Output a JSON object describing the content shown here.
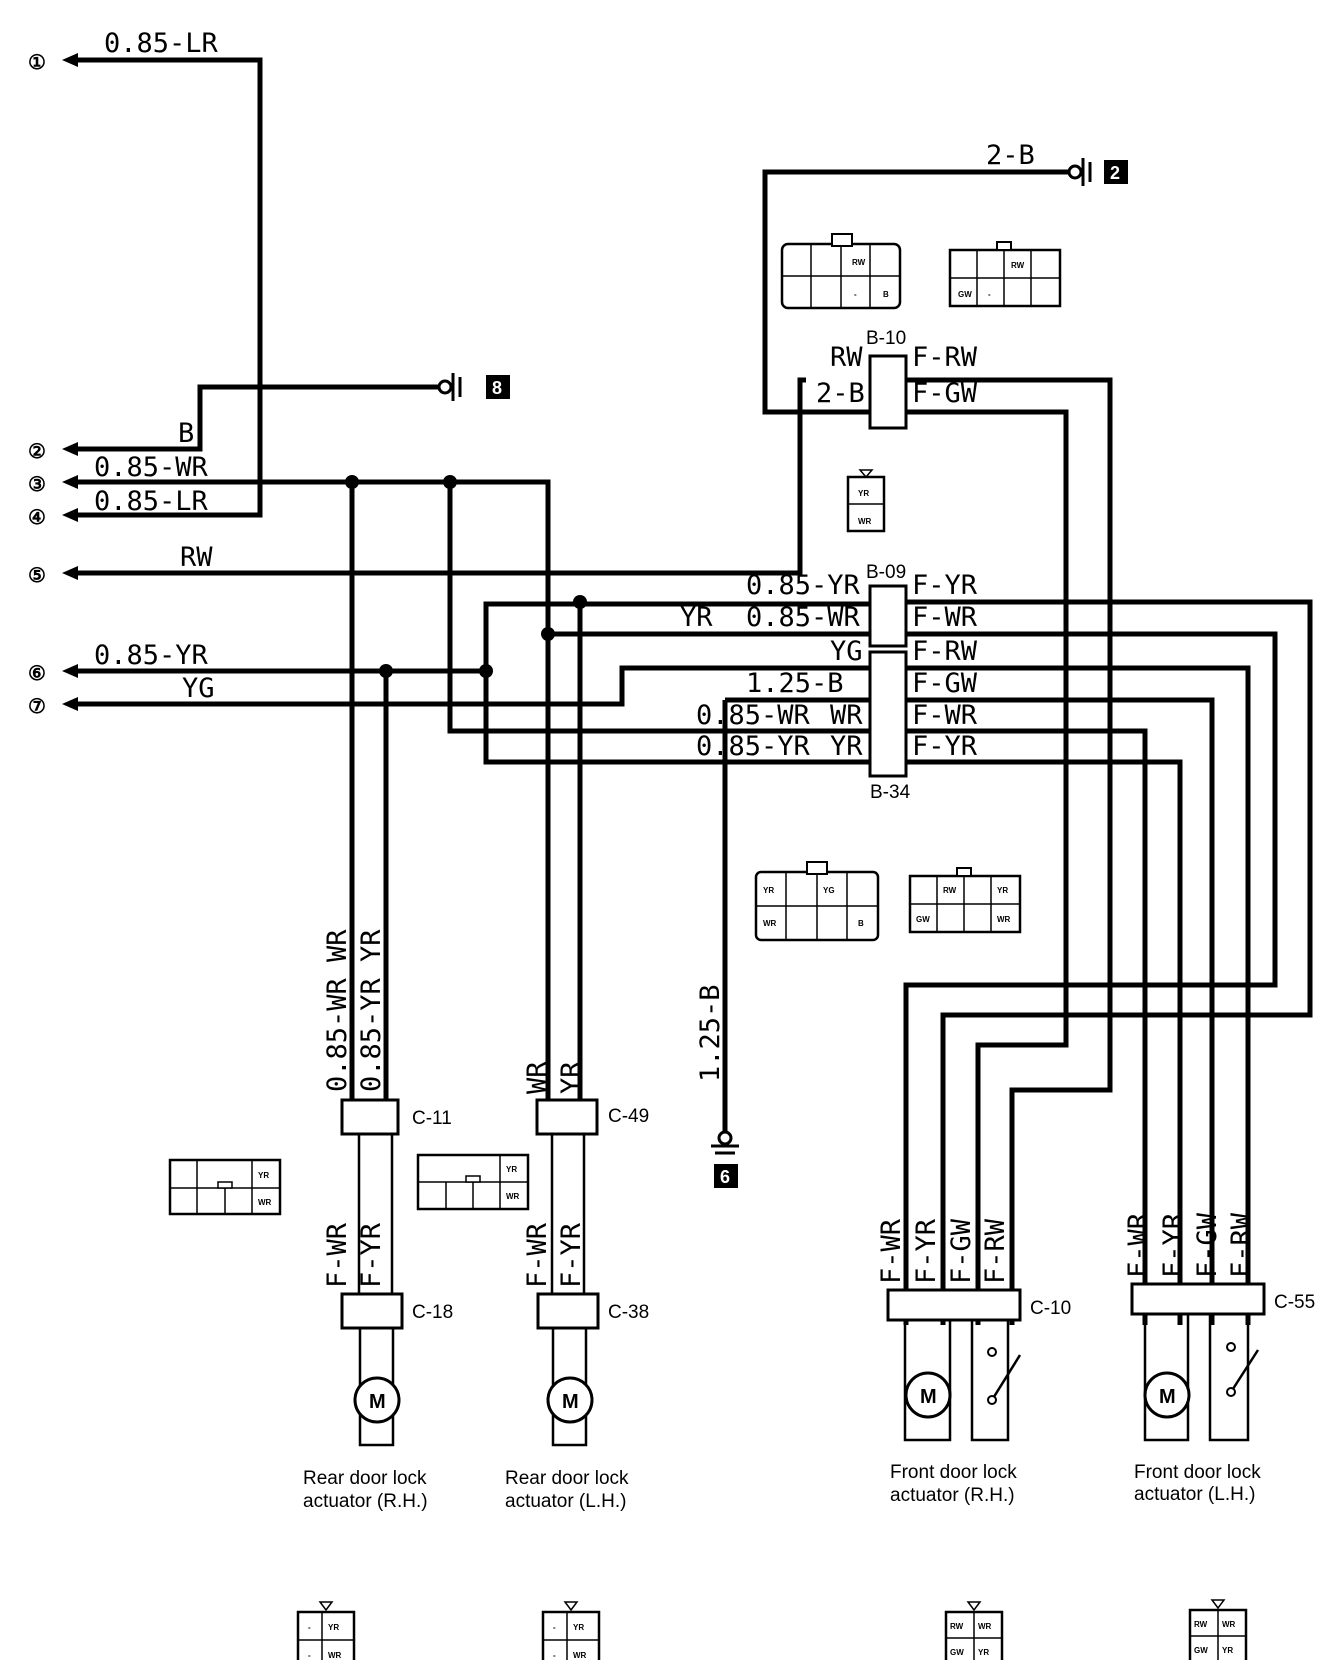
{
  "terminals": [
    "①",
    "②",
    "③",
    "④",
    "⑤",
    "⑥",
    "⑦"
  ],
  "wires": {
    "t1": "0.85-LR",
    "t2": "B",
    "t3": "0.85-WR",
    "t4": "0.85-LR",
    "t5": "RW",
    "t6": "0.85-YR",
    "t7": "YG",
    "ground_top": "2-B",
    "b10_left_top": "RW",
    "b10_left_bottom": "2-B",
    "b10_right_top": "F-RW",
    "b10_right_bottom": "F-GW",
    "b09_left_1": "0.85-YR",
    "b09_left_2a": "YR",
    "b09_left_2b": "0.85-WR",
    "b09_right_1": "F-YR",
    "b09_right_2": "F-WR",
    "b34_left_1": "YG",
    "b34_left_2": "1.25-B",
    "b34_left_3a": "0.85-WR",
    "b34_left_3b": "WR",
    "b34_left_4a": "0.85-YR",
    "b34_left_4b": "YR",
    "b34_right_1": "F-RW",
    "b34_right_2": "F-GW",
    "b34_right_3": "F-WR",
    "b34_right_4": "F-YR",
    "v_rr_1": "0.85-WR WR",
    "v_rr_2": "0.85-YR YR",
    "v_rl_1": "WR",
    "v_rl_2": "YR",
    "v_ground6": "1.25-B",
    "v_f_wr": "F-WR",
    "v_f_yr": "F-YR",
    "v_f_gw": "F-GW",
    "v_f_rw": "F-RW"
  },
  "grounds": {
    "g2": "2",
    "g8": "8",
    "g6": "6"
  },
  "connectors": {
    "b10": "B-10",
    "b09": "B-09",
    "b34": "B-34",
    "c11": "C-11",
    "c49": "C-49",
    "c18": "C-18",
    "c38": "C-38",
    "c10": "C-10",
    "c55": "C-55"
  },
  "motor_symbol": "M",
  "actuators": {
    "rr_1": "Rear door lock",
    "rr_2": "actuator (R.H.)",
    "rl_1": "Rear door lock",
    "rl_2": "actuator (L.H.)",
    "fr_1": "Front door lock",
    "fr_2": "actuator (R.H.)",
    "fl_1": "Front door lock",
    "fl_2": "actuator (L.H.)"
  },
  "pin_labels": {
    "rw": "RW",
    "b": "B",
    "dash": "-",
    "gw": "GW",
    "yr": "YR",
    "wr": "WR",
    "yg": "YG"
  }
}
